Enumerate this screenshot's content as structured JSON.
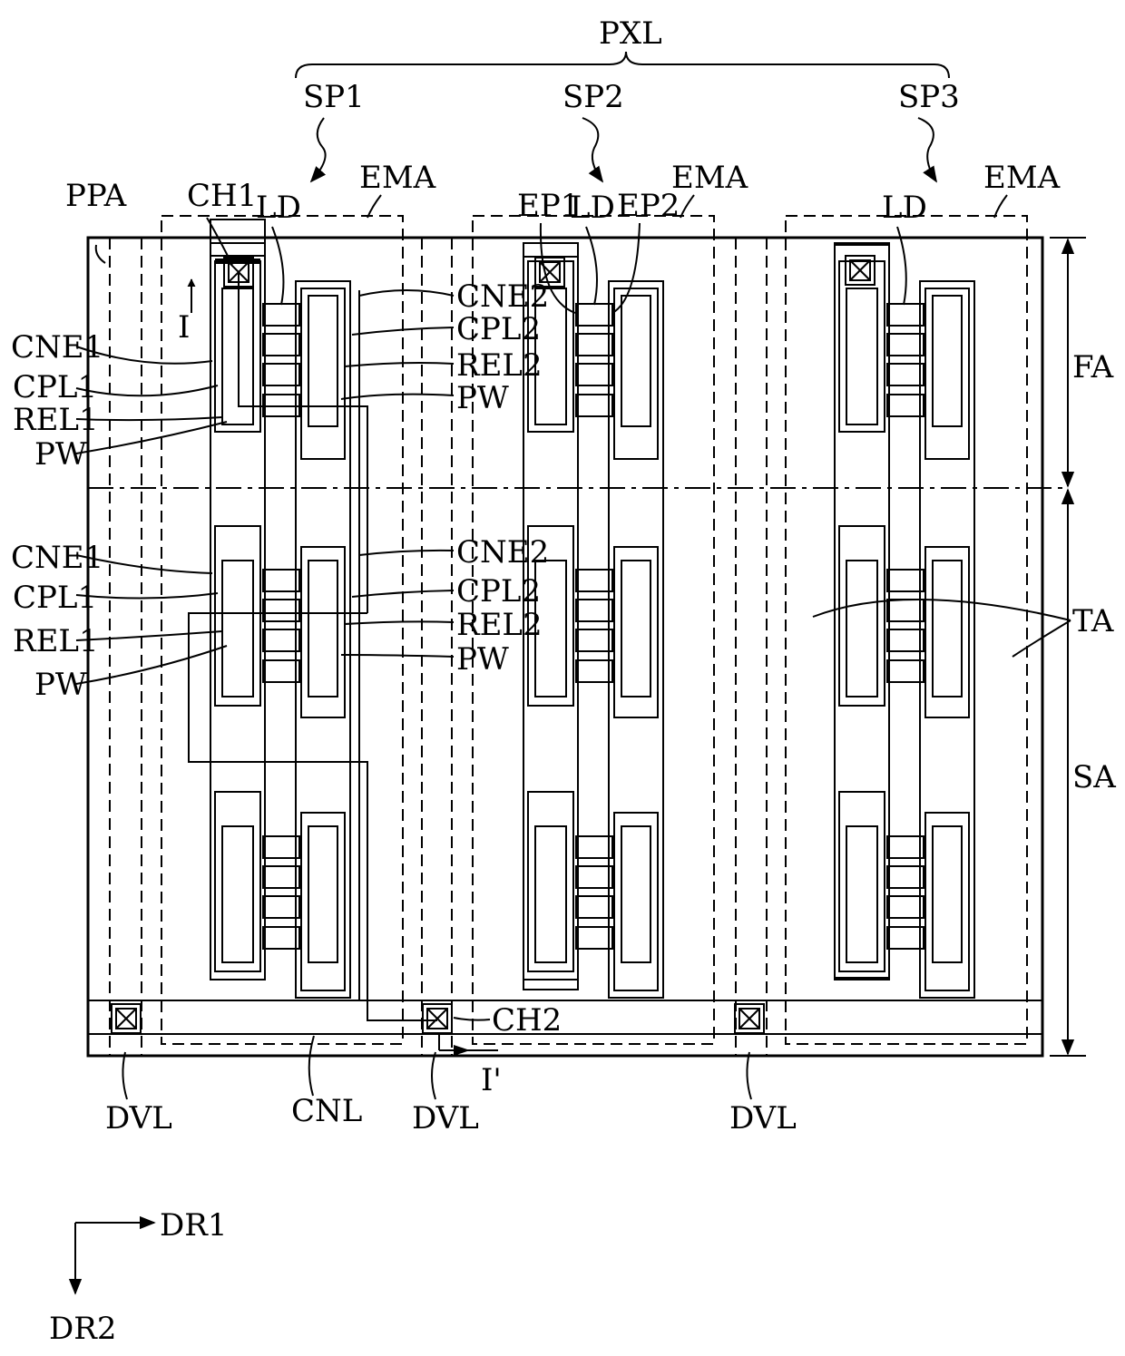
{
  "labels": {
    "pxl": "PXL",
    "sp1": "SP1",
    "sp2": "SP2",
    "sp3": "SP3",
    "ppa": "PPA",
    "ch1": "CH1",
    "ch2": "CH2",
    "ld": "LD",
    "ema": "EMA",
    "ep1": "EP1",
    "ep2": "EP2",
    "cne1": "CNE1",
    "cpl1": "CPL1",
    "rel1": "REL1",
    "pw": "PW",
    "cne2": "CNE2",
    "cpl2": "CPL2",
    "rel2": "REL2",
    "i": "I",
    "i_prime": "I'",
    "fa": "FA",
    "sa": "SA",
    "ta": "TA",
    "dvl": "DVL",
    "cnl": "CNL",
    "dr1": "DR1",
    "dr2": "DR2"
  }
}
